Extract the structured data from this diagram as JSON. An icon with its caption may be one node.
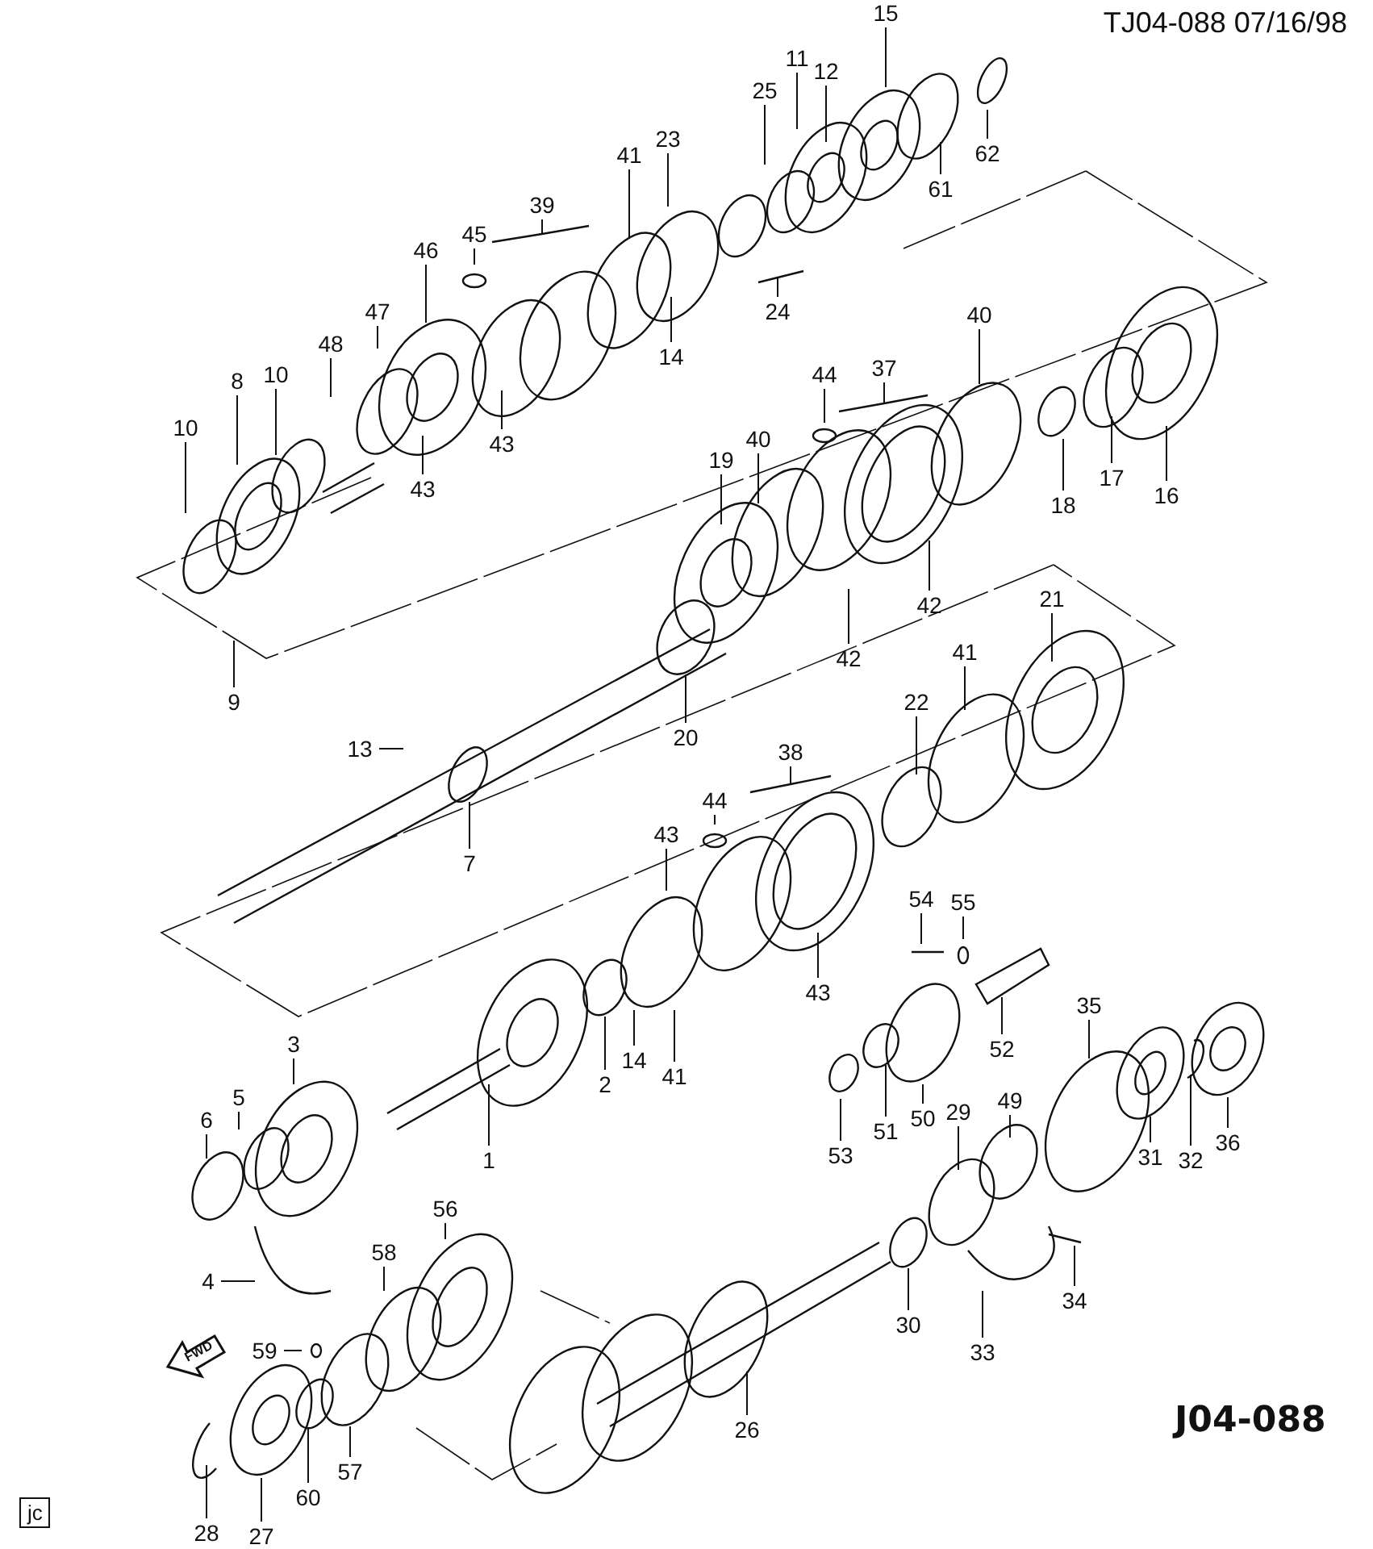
{
  "diagram": {
    "nodes": [
      {
        "text": [
          "15"
        ]
      },
      {
        "text": [
          "11"
        ]
      },
      {
        "text": [
          "12"
        ]
      },
      {
        "text": [
          "25"
        ]
      },
      {
        "text": [
          "61"
        ]
      },
      {
        "text": [
          "62"
        ]
      },
      {
        "text": [
          "23"
        ]
      },
      {
        "text": [
          "41"
        ]
      },
      {
        "text": [
          "45"
        ]
      },
      {
        "text": [
          "39"
        ]
      },
      {
        "text": [
          "46"
        ]
      },
      {
        "text": [
          "47"
        ]
      },
      {
        "text": [
          "48"
        ]
      },
      {
        "text": [
          "8"
        ]
      },
      {
        "text": [
          "10"
        ]
      },
      {
        "text": [
          "10"
        ]
      },
      {
        "text": [
          "43"
        ]
      },
      {
        "text": [
          "43"
        ]
      },
      {
        "text": [
          "14"
        ]
      },
      {
        "text": [
          "24"
        ]
      },
      {
        "text": [
          "9"
        ]
      },
      {
        "text": [
          "40"
        ]
      },
      {
        "text": [
          "44"
        ]
      },
      {
        "text": [
          "37"
        ]
      },
      {
        "text": [
          "40"
        ]
      },
      {
        "text": [
          "19"
        ]
      },
      {
        "text": [
          "16"
        ]
      },
      {
        "text": [
          "17"
        ]
      },
      {
        "text": [
          "18"
        ]
      },
      {
        "text": [
          "42"
        ]
      },
      {
        "text": [
          "42"
        ]
      },
      {
        "text": [
          "20"
        ]
      },
      {
        "text": [
          "13"
        ]
      },
      {
        "text": [
          "7"
        ]
      },
      {
        "text": [
          "21"
        ]
      },
      {
        "text": [
          "41"
        ]
      },
      {
        "text": [
          "22"
        ]
      },
      {
        "text": [
          "38"
        ]
      },
      {
        "text": [
          "44"
        ]
      },
      {
        "text": [
          "43"
        ]
      },
      {
        "text": [
          "54"
        ]
      },
      {
        "text": [
          "55"
        ]
      },
      {
        "text": [
          "43"
        ]
      },
      {
        "text": [
          "41"
        ]
      },
      {
        "text": [
          "14"
        ]
      },
      {
        "text": [
          "2"
        ]
      },
      {
        "text": [
          "52"
        ]
      },
      {
        "text": [
          "35"
        ]
      },
      {
        "text": [
          "50"
        ]
      },
      {
        "text": [
          "51"
        ]
      },
      {
        "text": [
          "53"
        ]
      },
      {
        "text": [
          "29"
        ]
      },
      {
        "text": [
          "49"
        ]
      },
      {
        "text": [
          "31"
        ]
      },
      {
        "text": [
          "32"
        ]
      },
      {
        "text": [
          "36"
        ]
      },
      {
        "text": [
          "3"
        ]
      },
      {
        "text": [
          "5"
        ]
      },
      {
        "text": [
          "6"
        ]
      },
      {
        "text": [
          "1"
        ]
      },
      {
        "text": [
          "4"
        ]
      },
      {
        "text": [
          "56"
        ]
      },
      {
        "text": [
          "58"
        ]
      },
      {
        "text": [
          "59"
        ]
      },
      {
        "text": [
          "57"
        ]
      },
      {
        "text": [
          "60"
        ]
      },
      {
        "text": [
          "28"
        ]
      },
      {
        "text": [
          "27"
        ]
      },
      {
        "text": [
          "26"
        ]
      },
      {
        "text": [
          "30"
        ]
      },
      {
        "text": [
          "33"
        ]
      },
      {
        "text": [
          "34"
        ]
      }
    ],
    "edges": [
      {
        "from": 0,
        "to": null,
        "arrow": "none"
      },
      {
        "from": 1,
        "to": null,
        "arrow": "none"
      },
      {
        "from": 2,
        "to": null,
        "arrow": "none"
      },
      {
        "from": 3,
        "to": null,
        "arrow": "none"
      },
      {
        "from": 4,
        "to": null,
        "arrow": "none"
      },
      {
        "from": 5,
        "to": null,
        "arrow": "none"
      },
      {
        "from": 6,
        "to": null,
        "arrow": "none"
      },
      {
        "from": 7,
        "to": null,
        "arrow": "none"
      },
      {
        "from": 8,
        "to": null,
        "arrow": "none"
      },
      {
        "from": 9,
        "to": null,
        "arrow": "none"
      },
      {
        "from": 10,
        "to": null,
        "arrow": "none"
      },
      {
        "from": 11,
        "to": null,
        "arrow": "none"
      },
      {
        "from": 12,
        "to": null,
        "arrow": "none"
      },
      {
        "from": 13,
        "to": null,
        "arrow": "none"
      },
      {
        "from": 14,
        "to": null,
        "arrow": "none"
      },
      {
        "from": 15,
        "to": null,
        "arrow": "none"
      },
      {
        "from": 16,
        "to": null,
        "arrow": "none"
      },
      {
        "from": 17,
        "to": null,
        "arrow": "none"
      },
      {
        "from": 18,
        "to": null,
        "arrow": "none"
      },
      {
        "from": 19,
        "to": null,
        "arrow": "none"
      },
      {
        "from": 20,
        "to": null,
        "arrow": "none"
      },
      {
        "from": 21,
        "to": null,
        "arrow": "none"
      },
      {
        "from": 22,
        "to": null,
        "arrow": "none"
      },
      {
        "from": 23,
        "to": null,
        "arrow": "none"
      },
      {
        "from": 24,
        "to": null,
        "arrow": "none"
      },
      {
        "from": 25,
        "to": null,
        "arrow": "none"
      },
      {
        "from": 26,
        "to": null,
        "arrow": "none"
      },
      {
        "from": 27,
        "to": null,
        "arrow": "none"
      },
      {
        "from": 28,
        "to": null,
        "arrow": "none"
      },
      {
        "from": 29,
        "to": null,
        "arrow": "none"
      },
      {
        "from": 30,
        "to": null,
        "arrow": "none"
      },
      {
        "from": 31,
        "to": null,
        "arrow": "none"
      },
      {
        "from": 32,
        "to": null,
        "arrow": "none"
      },
      {
        "from": 33,
        "to": null,
        "arrow": "none"
      },
      {
        "from": 34,
        "to": null,
        "arrow": "none"
      },
      {
        "from": 35,
        "to": null,
        "arrow": "none"
      },
      {
        "from": 36,
        "to": null,
        "arrow": "none"
      },
      {
        "from": 37,
        "to": null,
        "arrow": "none"
      },
      {
        "from": 38,
        "to": null,
        "arrow": "none"
      },
      {
        "from": 39,
        "to": null,
        "arrow": "none"
      },
      {
        "from": 40,
        "to": null,
        "arrow": "none"
      },
      {
        "from": 41,
        "to": null,
        "arrow": "none"
      },
      {
        "from": 42,
        "to": null,
        "arrow": "none"
      },
      {
        "from": 43,
        "to": null,
        "arrow": "none"
      },
      {
        "from": 44,
        "to": null,
        "arrow": "none"
      },
      {
        "from": 45,
        "to": null,
        "arrow": "none"
      },
      {
        "from": 46,
        "to": null,
        "arrow": "none"
      },
      {
        "from": 47,
        "to": null,
        "arrow": "none"
      },
      {
        "from": 48,
        "to": null,
        "arrow": "none"
      },
      {
        "from": 49,
        "to": null,
        "arrow": "none"
      },
      {
        "from": 50,
        "to": null,
        "arrow": "none"
      },
      {
        "from": 51,
        "to": null,
        "arrow": "none"
      },
      {
        "from": 52,
        "to": null,
        "arrow": "none"
      },
      {
        "from": 53,
        "to": null,
        "arrow": "none"
      },
      {
        "from": 54,
        "to": null,
        "arrow": "none"
      },
      {
        "from": 55,
        "to": null,
        "arrow": "none"
      },
      {
        "from": 56,
        "to": null,
        "arrow": "none"
      },
      {
        "from": 57,
        "to": null,
        "arrow": "none"
      },
      {
        "from": 58,
        "to": null,
        "arrow": "none"
      },
      {
        "from": 59,
        "to": null,
        "arrow": "none"
      },
      {
        "from": 60,
        "to": null,
        "arrow": "none"
      },
      {
        "from": 61,
        "to": null,
        "arrow": "none"
      },
      {
        "from": 62,
        "to": null,
        "arrow": "none"
      },
      {
        "from": 63,
        "to": null,
        "arrow": "none"
      },
      {
        "from": 64,
        "to": null,
        "arrow": "none"
      },
      {
        "from": 65,
        "to": null,
        "arrow": "none"
      },
      {
        "from": 66,
        "to": null,
        "arrow": "none"
      },
      {
        "from": 67,
        "to": null,
        "arrow": "none"
      },
      {
        "from": 68,
        "to": null,
        "arrow": "none"
      },
      {
        "from": 69,
        "to": null,
        "arrow": "none"
      },
      {
        "from": 70,
        "to": null,
        "arrow": "none"
      },
      {
        "from": 71,
        "to": null,
        "arrow": "none"
      }
    ],
    "labels": [
      "TJ04-088 07/16/98",
      "FWD",
      "J04-088",
      "jc"
    ]
  }
}
